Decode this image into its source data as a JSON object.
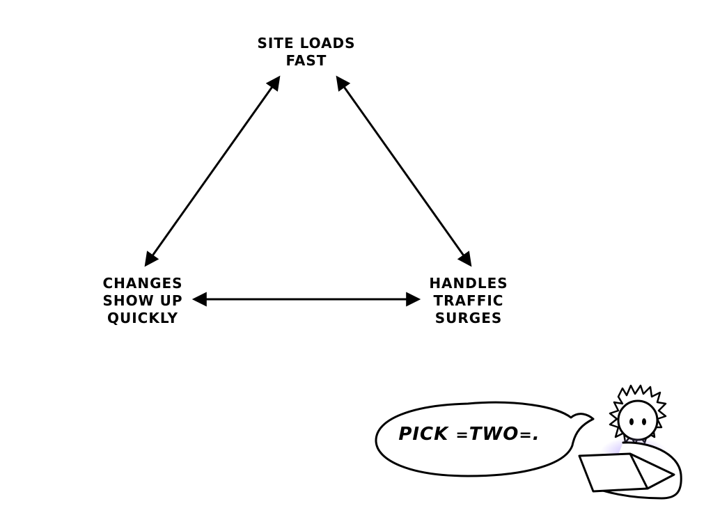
{
  "diagram": {
    "nodes": {
      "top": {
        "lines": [
          "SITE LOADS",
          "FAST"
        ]
      },
      "left": {
        "lines": [
          "CHANGES",
          "SHOW UP",
          "QUICKLY"
        ]
      },
      "right": {
        "lines": [
          "HANDLES",
          "TRAFFIC",
          "SURGES"
        ]
      }
    }
  },
  "speech": {
    "prefix": "PICK",
    "emphasis_left": "=",
    "word": "TWO",
    "emphasis_right": "=",
    "suffix": "."
  }
}
